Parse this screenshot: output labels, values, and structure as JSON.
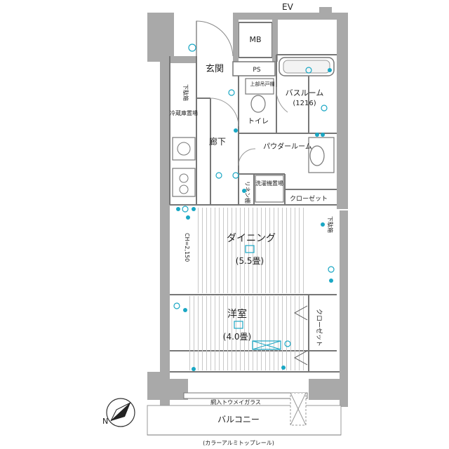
{
  "labels": {
    "ev": "EV",
    "mb": "MB",
    "ps": "PS",
    "entrance": "玄関",
    "bathroom": "バスルーム",
    "bath_size": "(1216)",
    "toilet": "トイレ",
    "upper_cabinet": "上部吊戸棚",
    "fridge_space": "冷蔵庫置場",
    "corridor": "廊下",
    "powder_room": "パウダールーム",
    "linen": "リネン棚",
    "washer_space": "洗濯機置場",
    "closet_top": "クローゼット",
    "dining": "ダイニング",
    "dining_size": "(5.5畳)",
    "ceiling_height": "CH=2,150",
    "western_room": "洋室",
    "western_size": "(4.0畳)",
    "closet_right": "クローゼット",
    "glass": "網入トウメイガラス",
    "balcony": "バルコニー",
    "rail": "(カラーアルミトップレール)",
    "shelf_left": "下駄箱",
    "shelf_right": "下駄箱",
    "north": "N"
  },
  "colors": {
    "wall": "#a9a9a9",
    "floor_line": "#b8b8b8",
    "accent": "#1aa7c4"
  }
}
